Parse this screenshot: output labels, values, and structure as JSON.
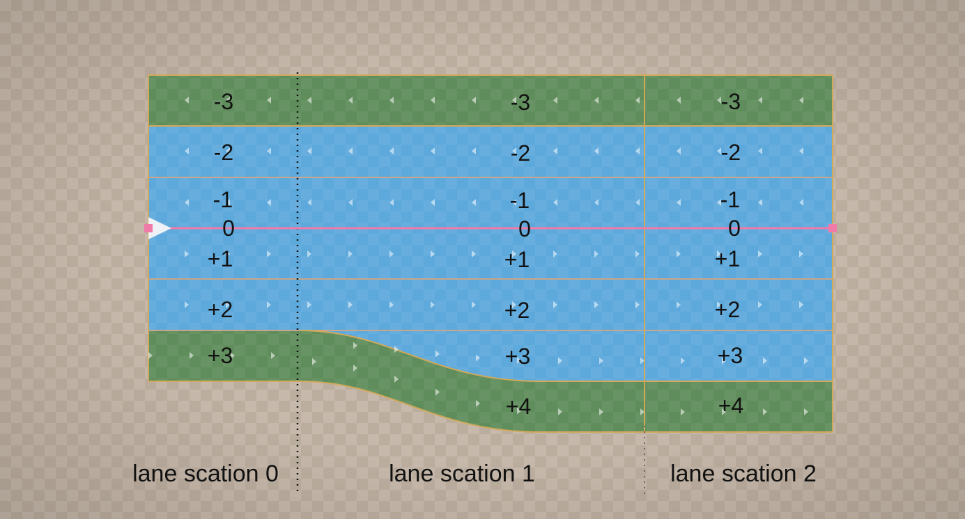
{
  "colors": {
    "background": "#b3a596",
    "checker_light": "#c2b4a6",
    "checker_dark": "#ab9d8e",
    "driving_lane": "#5ea9dc",
    "sidewalk_lane": "#5f8d5b",
    "lane_border": "#d2a95a",
    "lane_divider": "#c9a58a",
    "reference_line": "#f07aa8",
    "direction_arrow": "#ffffff"
  },
  "lane_sections": [
    {
      "label": "lane scation 0",
      "lanes": [
        {
          "id": "-3",
          "type": "sidewalk",
          "direction": "left"
        },
        {
          "id": "-2",
          "type": "driving",
          "direction": "left"
        },
        {
          "id": "-1",
          "type": "driving",
          "direction": "left"
        },
        {
          "id": "0",
          "type": "reference"
        },
        {
          "id": "+1",
          "type": "driving",
          "direction": "right"
        },
        {
          "id": "+2",
          "type": "driving",
          "direction": "right"
        },
        {
          "id": "+3",
          "type": "sidewalk",
          "direction": "right"
        }
      ]
    },
    {
      "label": "lane scation 1",
      "lanes": [
        {
          "id": "-3",
          "type": "sidewalk",
          "direction": "left"
        },
        {
          "id": "-2",
          "type": "driving",
          "direction": "left"
        },
        {
          "id": "-1",
          "type": "driving",
          "direction": "left"
        },
        {
          "id": "0",
          "type": "reference"
        },
        {
          "id": "+1",
          "type": "driving",
          "direction": "right"
        },
        {
          "id": "+2",
          "type": "driving",
          "direction": "right"
        },
        {
          "id": "+3",
          "type": "driving",
          "direction": "right"
        },
        {
          "id": "+4",
          "type": "sidewalk",
          "direction": "right"
        }
      ]
    },
    {
      "label": "lane scation 2",
      "lanes": [
        {
          "id": "-3",
          "type": "sidewalk",
          "direction": "left"
        },
        {
          "id": "-2",
          "type": "driving",
          "direction": "left"
        },
        {
          "id": "-1",
          "type": "driving",
          "direction": "left"
        },
        {
          "id": "0",
          "type": "reference"
        },
        {
          "id": "+1",
          "type": "driving",
          "direction": "right"
        },
        {
          "id": "+2",
          "type": "driving",
          "direction": "right"
        },
        {
          "id": "+3",
          "type": "driving",
          "direction": "right"
        },
        {
          "id": "+4",
          "type": "sidewalk",
          "direction": "right"
        }
      ]
    }
  ],
  "icons": {
    "start_marker": "triangle-arrow-icon",
    "endpoint_marker": "square-handle-icon"
  }
}
